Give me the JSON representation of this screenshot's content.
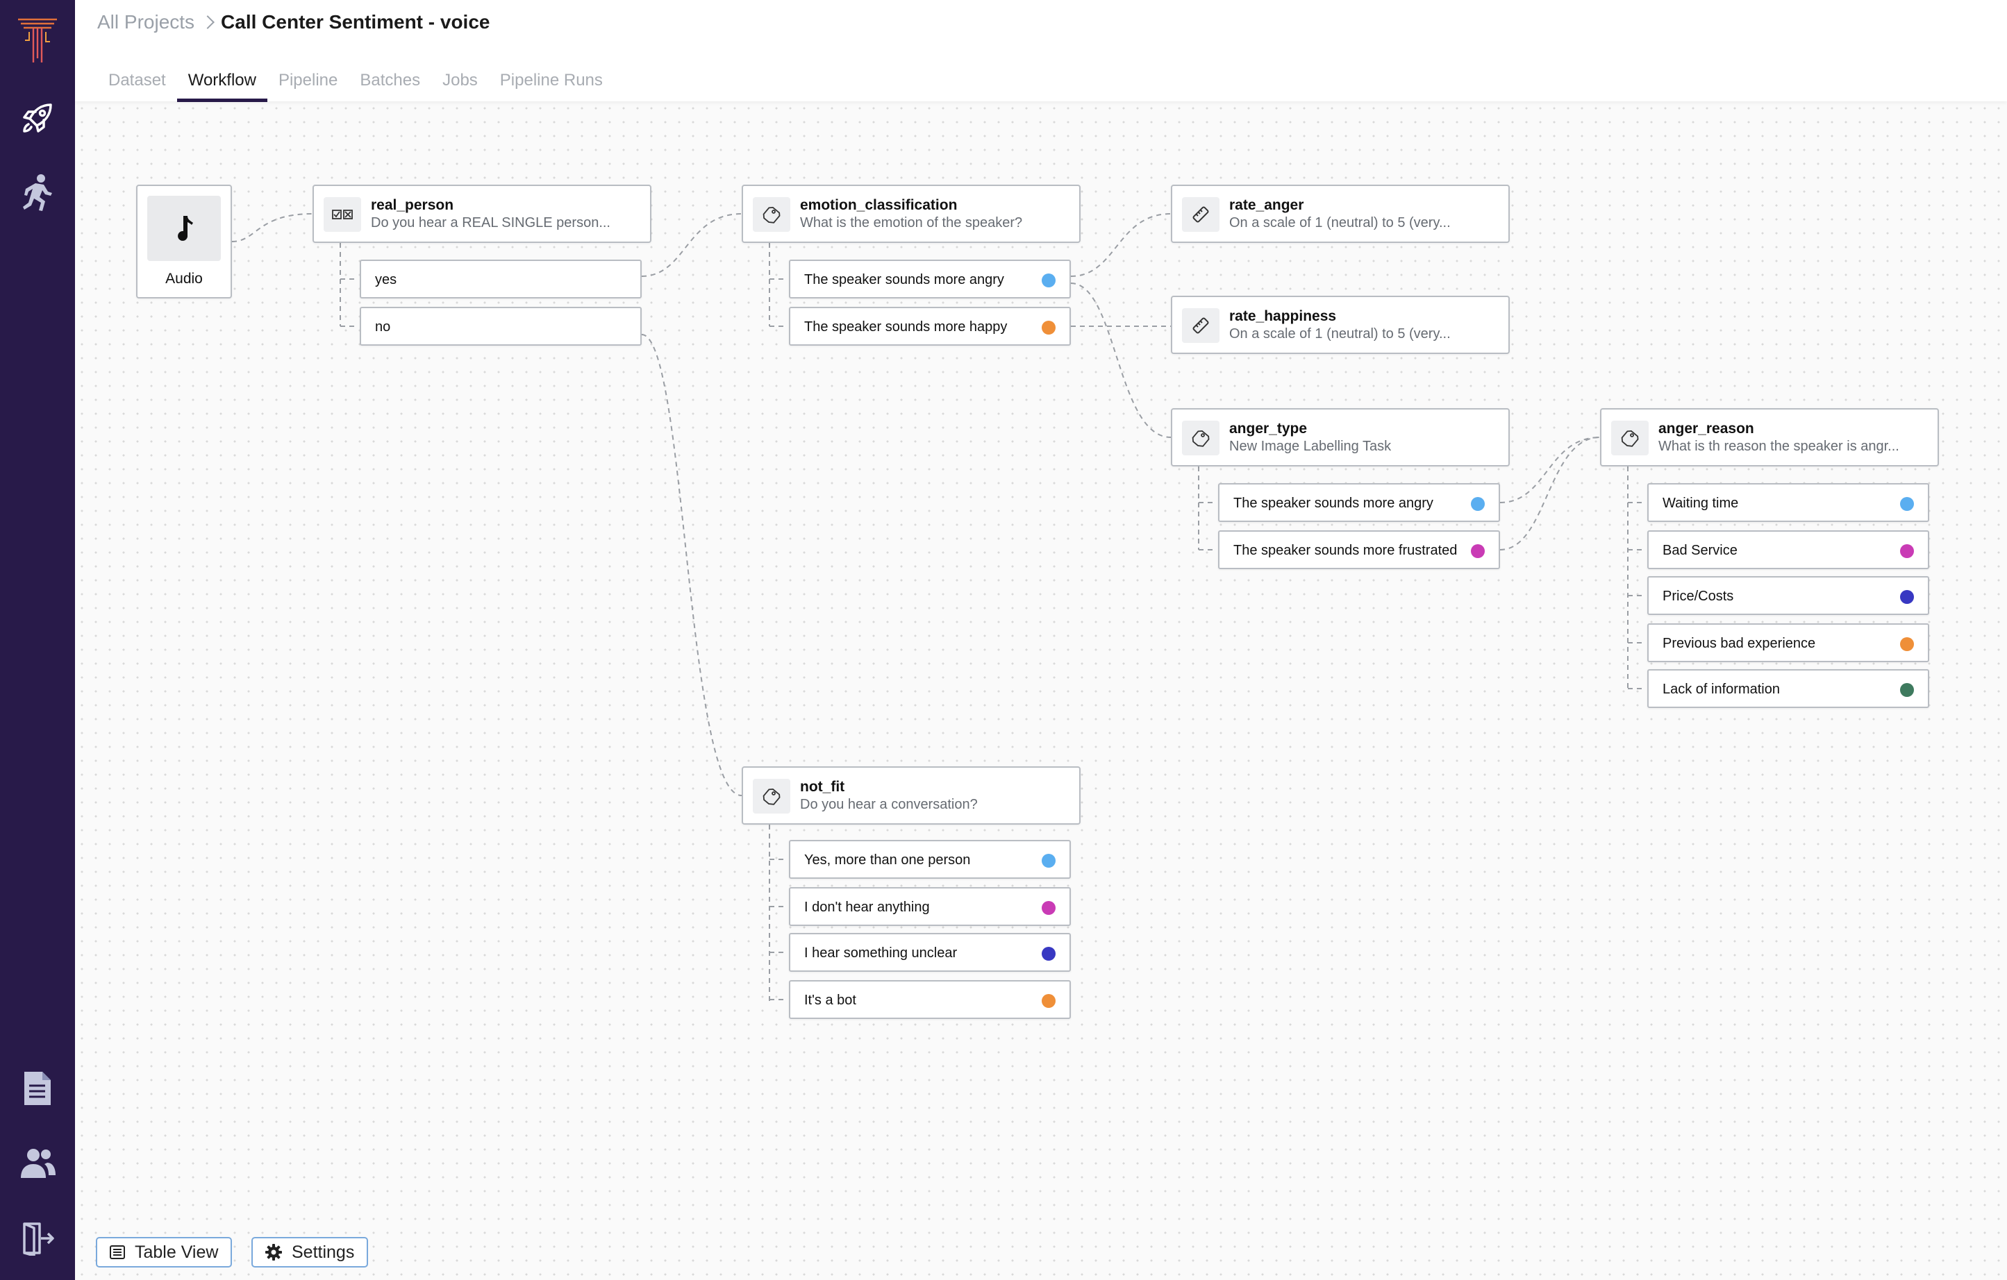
{
  "app": {
    "logo_icon": "brand-t-logo-icon",
    "accent": "#281a49"
  },
  "sidebar": {
    "items": [
      {
        "icon": "rocket-icon"
      },
      {
        "icon": "running-person-icon"
      },
      {
        "icon": "document-icon"
      },
      {
        "icon": "users-icon"
      },
      {
        "icon": "logout-icon"
      }
    ]
  },
  "header": {
    "breadcrumb_parent": "All Projects",
    "title": "Call Center Sentiment - voice",
    "tabs": [
      {
        "label": "Dataset",
        "active": false
      },
      {
        "label": "Workflow",
        "active": true
      },
      {
        "label": "Pipeline",
        "active": false
      },
      {
        "label": "Batches",
        "active": false
      },
      {
        "label": "Jobs",
        "active": false
      },
      {
        "label": "Pipeline Runs",
        "active": false
      }
    ]
  },
  "workflow": {
    "source": {
      "label": "Audio",
      "icon": "music-note-icon"
    },
    "real_person": {
      "name": "real_person",
      "description": "Do you hear a REAL SINGLE person...",
      "icon": "checkbox-icon",
      "options": [
        {
          "label": "yes"
        },
        {
          "label": "no"
        }
      ]
    },
    "emotion_classification": {
      "name": "emotion_classification",
      "description": "What is the emotion of the speaker?",
      "icon": "tag-icon",
      "options": [
        {
          "label": "The speaker sounds more angry",
          "color": "#5aaef0"
        },
        {
          "label": "The speaker sounds more happy",
          "color": "#ef8f38"
        }
      ]
    },
    "rate_anger": {
      "name": "rate_anger",
      "description": "On a scale of 1 (neutral) to 5 (very...",
      "icon": "ruler-icon"
    },
    "rate_happiness": {
      "name": "rate_happiness",
      "description": "On a scale of 1 (neutral) to 5 (very...",
      "icon": "ruler-icon"
    },
    "anger_type": {
      "name": "anger_type",
      "description": "New Image Labelling Task",
      "icon": "tag-icon",
      "options": [
        {
          "label": "The speaker sounds more angry",
          "color": "#5aaef0"
        },
        {
          "label": "The speaker sounds more frustrated",
          "color": "#c93bb5"
        }
      ]
    },
    "anger_reason": {
      "name": "anger_reason",
      "description": "What is th reason the speaker is angr...",
      "icon": "tag-icon",
      "options": [
        {
          "label": "Waiting time",
          "color": "#5aaef0"
        },
        {
          "label": "Bad Service",
          "color": "#c93bb5"
        },
        {
          "label": "Price/Costs",
          "color": "#3838c2"
        },
        {
          "label": "Previous bad experience",
          "color": "#ef8f38"
        },
        {
          "label": "Lack of information",
          "color": "#3e7a5e"
        }
      ]
    },
    "not_fit": {
      "name": "not_fit",
      "description": "Do you hear a conversation?",
      "icon": "tag-icon",
      "options": [
        {
          "label": "Yes, more than one person",
          "color": "#5aaef0"
        },
        {
          "label": "I don't hear anything",
          "color": "#c93bb5"
        },
        {
          "label": "I hear something unclear",
          "color": "#3838c2"
        },
        {
          "label": "It's a bot",
          "color": "#ef8f38"
        }
      ]
    }
  },
  "footer": {
    "table_view_label": "Table View",
    "settings_label": "Settings"
  }
}
